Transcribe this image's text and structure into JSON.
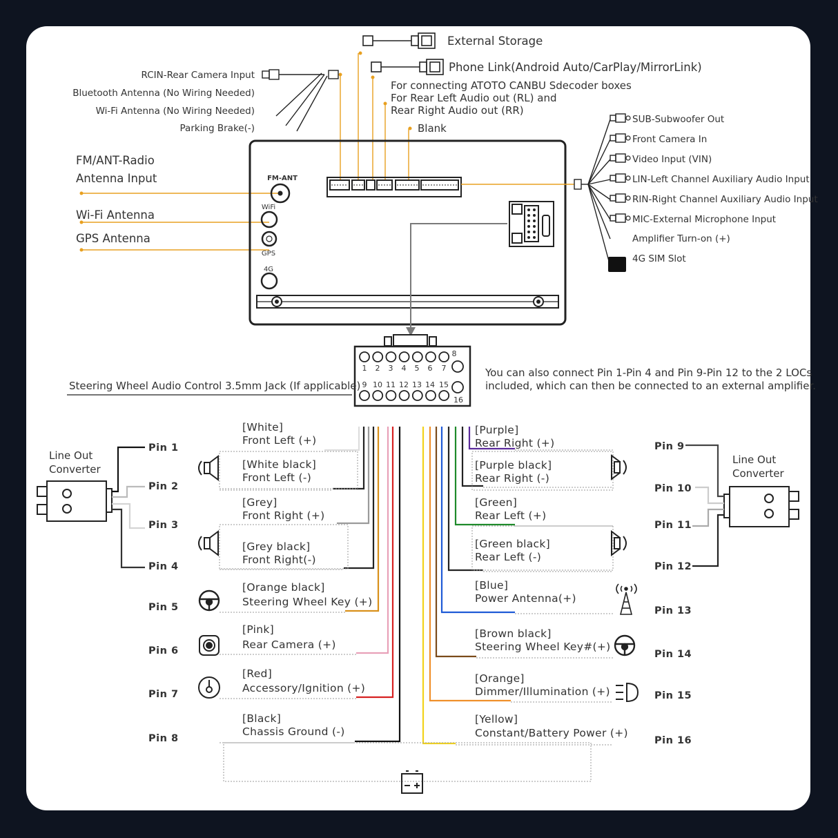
{
  "colors": {
    "background": "#0e1420",
    "card": "#ffffff",
    "lead": "#e8a020",
    "outline": "#222222",
    "dashed": "#888888"
  },
  "top": {
    "external_storage": "External Storage",
    "phone_link": "Phone Link(Android Auto/CarPlay/MirrorLink)",
    "canbus_1": "For connecting ATOTO CANBU Sdecoder boxes",
    "canbus_2": "For Rear Left Audio out (RL) and",
    "canbus_3": "Rear Right Audio out (RR)",
    "blank": "Blank"
  },
  "left_inputs": {
    "rcin": "RCIN-Rear Camera Input",
    "bt": "Bluetooth Antenna (No Wiring Needed)",
    "wifi": "Wi-Fi Antenna (No Wiring Needed)",
    "brake": "Parking Brake(-)"
  },
  "antennas": {
    "fm_1": "FM/ANT-Radio",
    "fm_2": "Antenna Input",
    "wifi": "Wi-Fi Antenna",
    "gps": "GPS Antenna"
  },
  "unit_labels": {
    "fm": "FM-ANT",
    "wifi": "WiFi",
    "gps": "GPS",
    "lte": "4G"
  },
  "right_outputs": [
    "SUB-Subwoofer Out",
    "Front Camera In",
    "Video Input  (VIN)",
    "LIN-Left Channel Auxiliary Audio Input",
    "RIN-Right Channel Auxiliary Audio Input",
    "MIC-External Microphone Input",
    "Amplifier Turn-on (+)",
    "4G SIM Slot"
  ],
  "connector": {
    "top_numbers": [
      "1",
      "2",
      "3",
      "4",
      "5",
      "6",
      "7",
      "8"
    ],
    "bottom_numbers": [
      "9",
      "10",
      "11",
      "12",
      "13",
      "14",
      "15",
      "16"
    ]
  },
  "steering_jack": "Steering Wheel Audio Control 3.5mm Jack (If applicable)",
  "loc_note_1": "You can also connect Pin 1-Pin 4 and Pin 9-Pin 12 to the 2 LOCs",
  "loc_note_2": "included, which can then be connected to an external amplifier.",
  "loc_left_1": "Line Out",
  "loc_left_2": "Converter",
  "loc_right_1": "Line Out",
  "loc_right_2": "Converter",
  "pins_left": [
    {
      "pin": "Pin 1",
      "color": "[White]",
      "func": "Front Left (+)",
      "wire": "#dddddd"
    },
    {
      "pin": "Pin 2",
      "color": "[White black]",
      "func": "Front Left (-)",
      "wire": "#222222"
    },
    {
      "pin": "Pin 3",
      "color": "[Grey]",
      "func": "Front Right (+)",
      "wire": "#9a9a9a"
    },
    {
      "pin": "Pin 4",
      "color": "[Grey black]",
      "func": "Front Right(-)",
      "wire": "#222222"
    },
    {
      "pin": "Pin 5",
      "color": "[Orange black]",
      "func": "Steering Wheel Key (+)",
      "wire": "#d9901a"
    },
    {
      "pin": "Pin 6",
      "color": "[Pink]",
      "func": "Rear Camera (+)",
      "wire": "#e8a0b8"
    },
    {
      "pin": "Pin 7",
      "color": "[Red]",
      "func": "Accessory/Ignition (+)",
      "wire": "#d62020"
    },
    {
      "pin": "Pin 8",
      "color": "[Black]",
      "func": "Chassis Ground (-)",
      "wire": "#111111"
    }
  ],
  "pins_right": [
    {
      "pin": "Pin 9",
      "color": "[Purple]",
      "func": "Rear Right (+)",
      "wire": "#5a2a9a"
    },
    {
      "pin": "Pin 10",
      "color": "[Purple black]",
      "func": "Rear Right (-)",
      "wire": "#222222"
    },
    {
      "pin": "Pin 11",
      "color": "[Green]",
      "func": "Rear Left (+)",
      "wire": "#1e8a2a"
    },
    {
      "pin": "Pin 12",
      "color": "[Green black]",
      "func": "Rear Left (-)",
      "wire": "#222222"
    },
    {
      "pin": "Pin 13",
      "color": "[Blue]",
      "func": "Power Antenna(+)",
      "wire": "#1e5ad6"
    },
    {
      "pin": "Pin 14",
      "color": "[Brown black]",
      "func": "Steering Wheel Key#(+)",
      "wire": "#7a4a1a"
    },
    {
      "pin": "Pin 15",
      "color": "[Orange]",
      "func": "Dimmer/Illumination (+)",
      "wire": "#f0902a"
    },
    {
      "pin": "Pin 16",
      "color": "[Yellow]",
      "func": "Constant/Battery Power (+)",
      "wire": "#f2d21a"
    }
  ]
}
